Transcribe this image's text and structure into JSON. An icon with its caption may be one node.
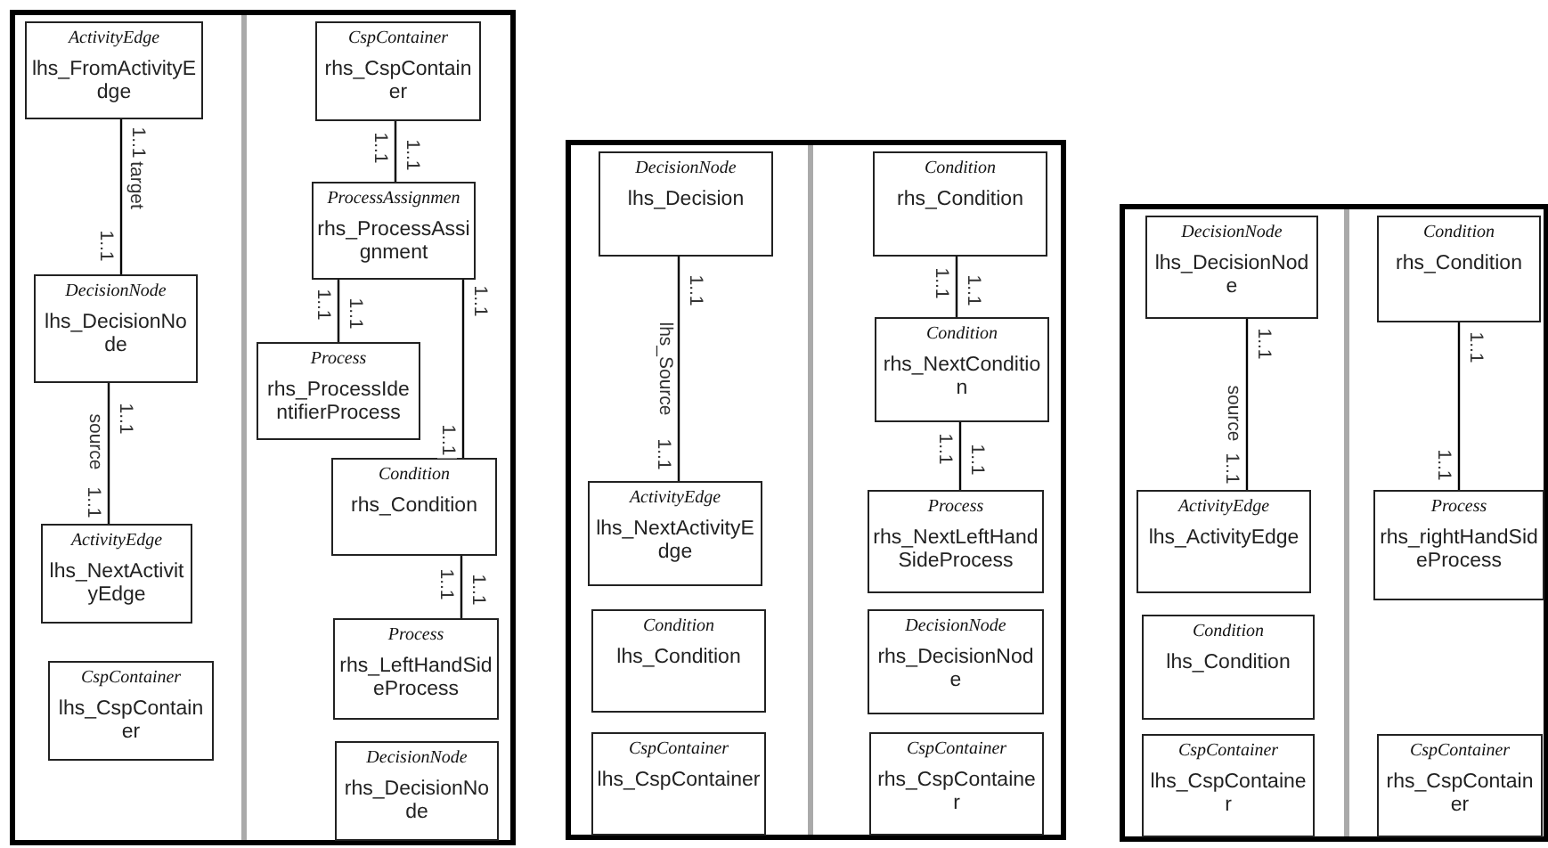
{
  "diagram": {
    "nodes": [
      {
        "text": [
          "ActivityEdge",
          "lhs_FromActivityEdge"
        ]
      },
      {
        "text": [
          "DecisionNode",
          "lhs_DecisionNode"
        ]
      },
      {
        "text": [
          "ActivityEdge",
          "lhs_NextActivityEdge"
        ]
      },
      {
        "text": [
          "CspContainer",
          "lhs_CspContainer"
        ]
      },
      {
        "text": [
          "CspContainer",
          "rhs_CspContainer"
        ]
      },
      {
        "text": [
          "ProcessAssignmen",
          "rhs_ProcessAssignment"
        ]
      },
      {
        "text": [
          "Process",
          "rhs_ProcessIdentifierProcess"
        ]
      },
      {
        "text": [
          "Condition",
          "rhs_Condition"
        ]
      },
      {
        "text": [
          "Process",
          "rhs_LeftHandSideProcess"
        ]
      },
      {
        "text": [
          "DecisionNode",
          "rhs_DecisionNode"
        ]
      },
      {
        "text": [
          "DecisionNode",
          "lhs_Decision"
        ]
      },
      {
        "text": [
          "ActivityEdge",
          "lhs_NextActivityEdge"
        ]
      },
      {
        "text": [
          "Condition",
          "lhs_Condition"
        ]
      },
      {
        "text": [
          "CspContainer",
          "lhs_CspContainer"
        ]
      },
      {
        "text": [
          "Condition",
          "rhs_Condition"
        ]
      },
      {
        "text": [
          "Condition",
          "rhs_NextCondition"
        ]
      },
      {
        "text": [
          "Process",
          "rhs_NextLeftHandSideProcess"
        ]
      },
      {
        "text": [
          "DecisionNode",
          "rhs_DecisionNode"
        ]
      },
      {
        "text": [
          "CspContainer",
          "rhs_CspContainer"
        ]
      },
      {
        "text": [
          "DecisionNode",
          "lhs_DecisionNode"
        ]
      },
      {
        "text": [
          "ActivityEdge",
          "lhs_ActivityEdge"
        ]
      },
      {
        "text": [
          "Condition",
          "lhs_Condition"
        ]
      },
      {
        "text": [
          "CspContainer",
          "lhs_CspContainer"
        ]
      },
      {
        "text": [
          "Condition",
          "rhs_Condition"
        ]
      },
      {
        "text": [
          "Process",
          "rhs_rightHandSideProcess"
        ]
      },
      {
        "text": [
          "CspContainer",
          "rhs_CspContainer"
        ]
      }
    ],
    "edges": [
      {
        "from": 0,
        "to": 1,
        "arrow": "none",
        "label": "target"
      },
      {
        "from": 1,
        "to": 2,
        "arrow": "none",
        "label": "source"
      },
      {
        "from": 4,
        "to": 5,
        "arrow": "other"
      },
      {
        "from": 5,
        "to": 6,
        "arrow": "other"
      },
      {
        "from": 5,
        "to": 7,
        "arrow": "other"
      },
      {
        "from": 7,
        "to": 8,
        "arrow": "other"
      },
      {
        "from": 10,
        "to": 11,
        "arrow": "none",
        "label": "lhs_Source"
      },
      {
        "from": 14,
        "to": 15,
        "arrow": "other"
      },
      {
        "from": 15,
        "to": 16,
        "arrow": "other"
      },
      {
        "from": 19,
        "to": 20,
        "arrow": "none",
        "label": "source"
      },
      {
        "from": 23,
        "to": 24,
        "arrow": "other"
      }
    ],
    "labels": [
      "1..1",
      "1..1",
      "1..1",
      "1..1",
      "1..1",
      "1..1",
      "1..1",
      "1..1",
      "1..1",
      "1..1",
      "1..1",
      "1..1",
      "1..1",
      "1..1",
      "1..1",
      "1..1",
      "1..1",
      "1..1",
      "1..1",
      "1..1",
      "1..1",
      "1..1"
    ]
  }
}
